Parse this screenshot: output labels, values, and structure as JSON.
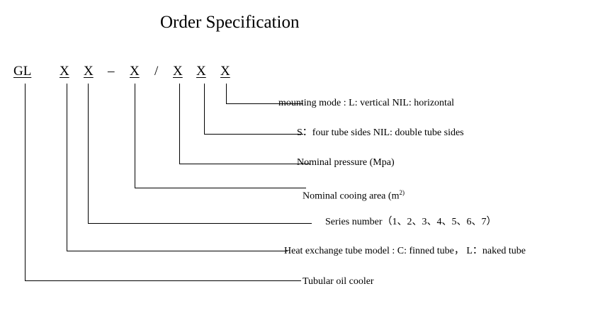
{
  "title": "Order Specification",
  "code": {
    "gl": "GL",
    "x1": "X",
    "x2": "X",
    "dash": "–",
    "x3": "X",
    "slash": "/",
    "x4": "X",
    "x5": "X",
    "x6": "X"
  },
  "labels": {
    "mounting_mode": "mounting mode :   L: vertical    NIL: horizontal",
    "tube_sides": "S：four tube sides    NIL: double tube sides",
    "nominal_pressure": "Nominal pressure   (Mpa)",
    "nominal_cooling_area": "Nominal cooing area    (m",
    "nominal_cooling_area_sup": "2)",
    "series_number": "Series number（1、2、3、4、5、6、7）",
    "tube_model": "Heat exchange tube model : C: finned tube，  L：naked tube",
    "tubular_oil_cooler": "Tubular oil cooler"
  }
}
